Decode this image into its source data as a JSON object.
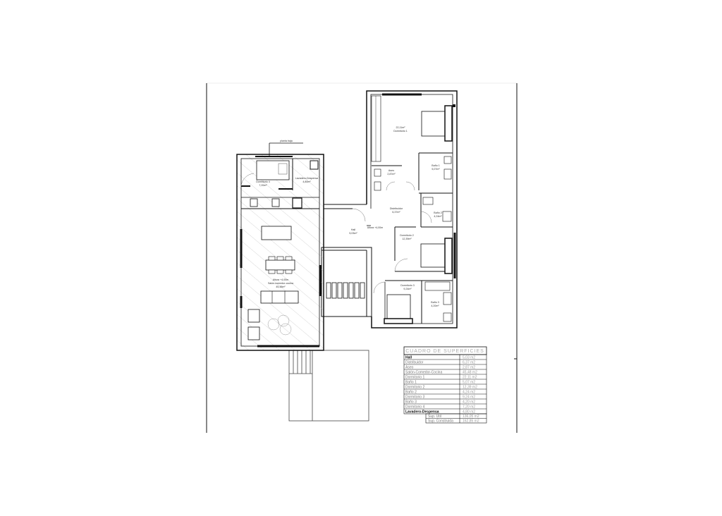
{
  "drawing": {
    "type": "floor-plan",
    "north_label": "planta baja",
    "rooms": [
      {
        "id": "dormitorio1",
        "name": "Dormitorio 1",
        "area": "22,11m²"
      },
      {
        "id": "bano1",
        "name": "Baño 1",
        "area": "5,07m²"
      },
      {
        "id": "aseo",
        "name": "Aseo",
        "area": "2,87m²"
      },
      {
        "id": "distribuidor",
        "name": "Distribuidor",
        "area": "6,37m²"
      },
      {
        "id": "bano2",
        "name": "Baño 2",
        "area": "4,24m²"
      },
      {
        "id": "dormitorio2",
        "name": "Dormitorio 2",
        "area": "12,39m²"
      },
      {
        "id": "hall",
        "name": "Hall",
        "area": "5,03m²"
      },
      {
        "id": "altura_hall",
        "name": "Altura +4,00m",
        "area": ""
      },
      {
        "id": "dormitorio3",
        "name": "Dormitorio 3",
        "area": "9,24m²"
      },
      {
        "id": "bano3",
        "name": "Baño 3",
        "area": "4,20m²"
      },
      {
        "id": "dormitorio4",
        "name": "Dormitorio 4",
        "area": "7,20m²"
      },
      {
        "id": "lavadero",
        "name": "Lavadero-Despensa",
        "area": "4,80m²"
      },
      {
        "id": "salon",
        "name": "Salón-comedor-cocina",
        "area": "45,48m²",
        "extra": "Altura +4,00m"
      }
    ]
  },
  "table": {
    "title": "CUADRO DE SUPERFICIES",
    "rows": [
      {
        "name": "Hall",
        "value": "5,03 m2"
      },
      {
        "name": "Distribuidor",
        "value": "6,37 m2"
      },
      {
        "name": "Aseo",
        "value": "2,87 m2"
      },
      {
        "name": "Salón-Comedor-Cocina",
        "value": "45,48 m2"
      },
      {
        "name": "Dormitorio 1",
        "value": "22,11 m2"
      },
      {
        "name": "Baño 1",
        "value": "5,07 m2"
      },
      {
        "name": "Dormitorio 2",
        "value": "12,39 m2"
      },
      {
        "name": "Baño 2",
        "value": "4,24 m2"
      },
      {
        "name": "Dormitorio 3",
        "value": "9,24 m2"
      },
      {
        "name": "Baño 3",
        "value": "4,20 m2"
      },
      {
        "name": "Dormitorio 4",
        "value": "7,20 m2"
      },
      {
        "name": "Lavadero-Despensa",
        "value": "4,80 m2"
      }
    ],
    "totals": [
      {
        "name": "Sup. Útil",
        "value": "136,05 m2"
      },
      {
        "name": "Sup. Construida",
        "value": "162,85 m2"
      }
    ]
  }
}
